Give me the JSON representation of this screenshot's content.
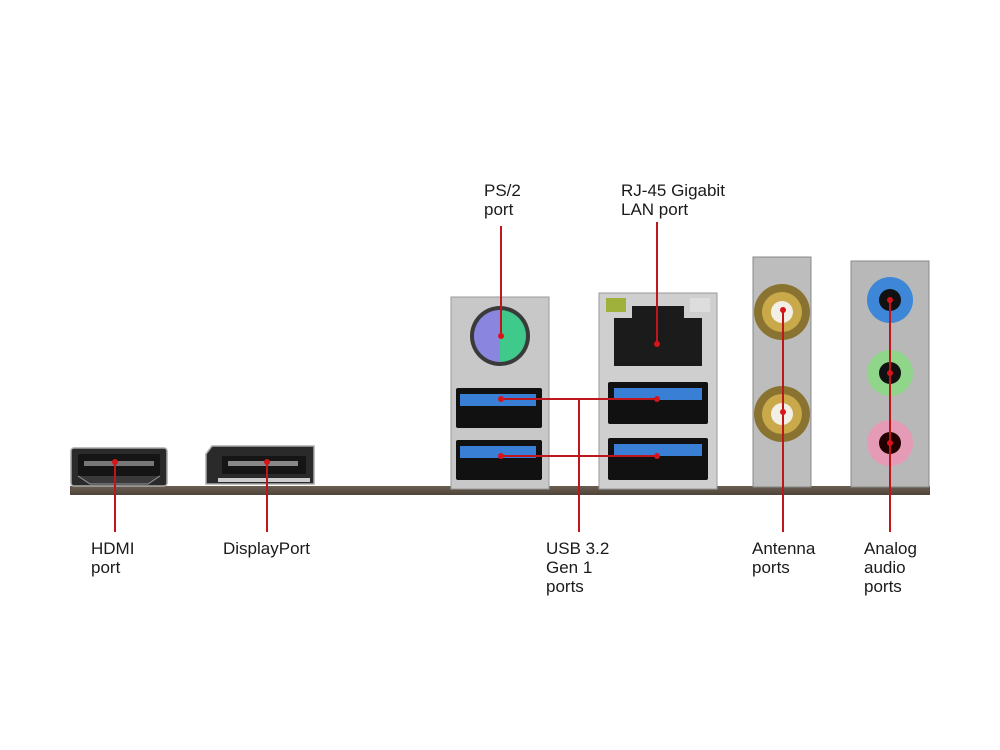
{
  "diagram": {
    "subject": "Motherboard rear I/O panel",
    "labels": {
      "hdmi": "HDMI\nport",
      "displayport": "DisplayPort",
      "ps2": "PS/2\nport",
      "rj45": "RJ-45 Gigabit\nLAN port",
      "usb": "USB 3.2\nGen 1\nports",
      "antenna": "Antenna\nports",
      "audio": "Analog\naudio\nports"
    },
    "colors": {
      "leader_line": "#c0151b",
      "usb_blue": "#3a7fd6",
      "ps2_mouse": "#8a86e0",
      "ps2_keyboard": "#3fc98a",
      "audio_blue": "#3d86d8",
      "audio_green": "#8fd68a",
      "audio_pink": "#e59ab5",
      "antenna_gold": "#c9a94a"
    },
    "ports": [
      {
        "name": "HDMI port",
        "count": 1
      },
      {
        "name": "DisplayPort",
        "count": 1
      },
      {
        "name": "PS/2 port",
        "count": 1
      },
      {
        "name": "RJ-45 Gigabit LAN port",
        "count": 1
      },
      {
        "name": "USB 3.2 Gen 1 ports",
        "count": 4
      },
      {
        "name": "Antenna ports",
        "count": 2
      },
      {
        "name": "Analog audio ports",
        "count": 3
      }
    ]
  }
}
